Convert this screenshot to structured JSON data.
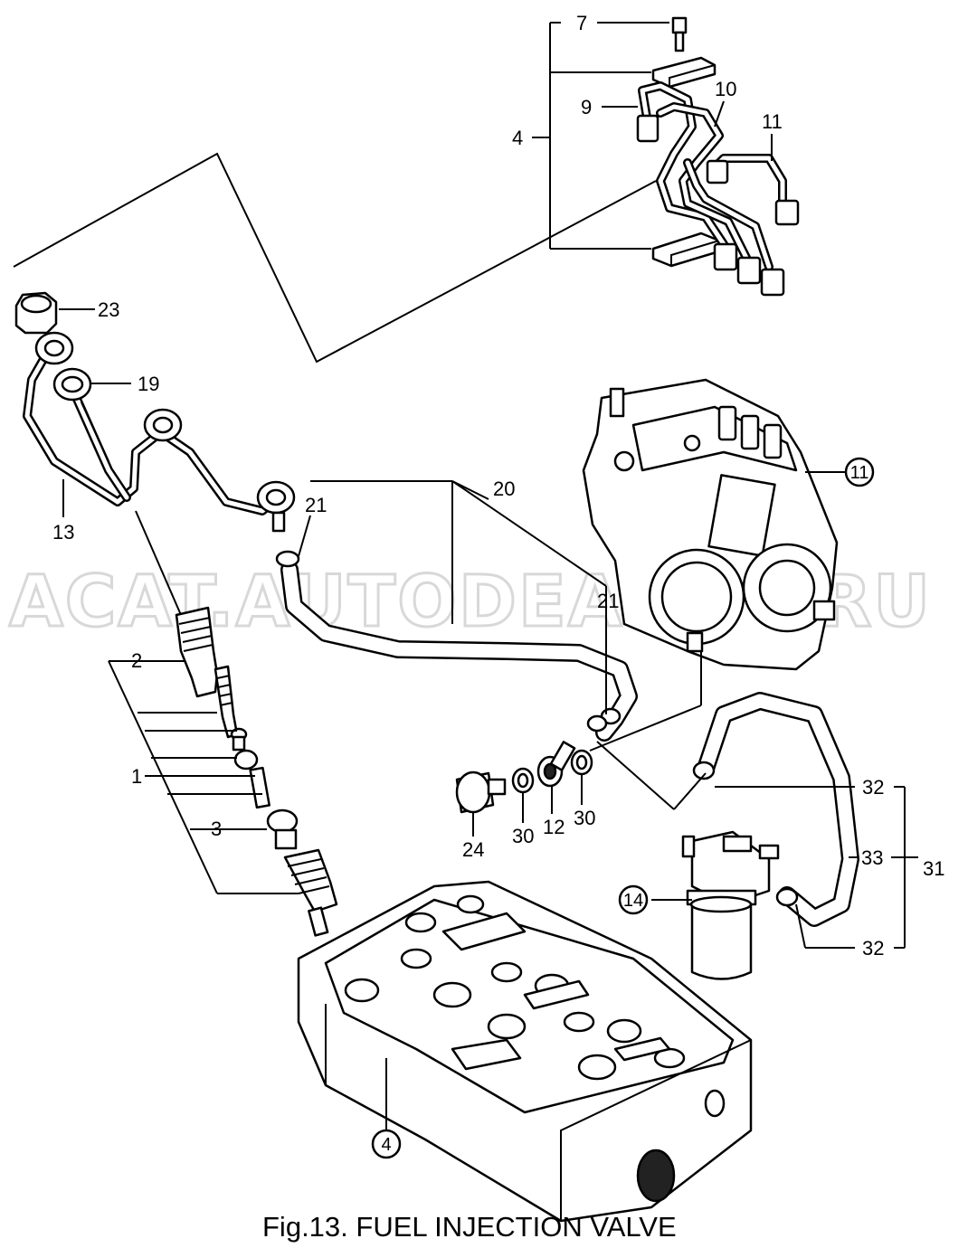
{
  "caption": "Fig.13.  FUEL INJECTION VALVE",
  "watermark": "ACAT.AUTODEAGER.RU",
  "callouts": {
    "c7": "7",
    "c4top": "4",
    "c9": "9",
    "c10": "10",
    "c11": "11",
    "c23": "23",
    "c19": "19",
    "c13": "13",
    "c21a": "21",
    "c20": "20",
    "c21b": "21",
    "c2": "2",
    "c1": "1",
    "c3": "3",
    "c24": "24",
    "c30a": "30",
    "c12": "12",
    "c30b": "30",
    "c32a": "32",
    "c33": "33",
    "c31": "31",
    "c32b": "32"
  },
  "circled": {
    "c11": "11",
    "c14": "14",
    "c4": "4"
  }
}
